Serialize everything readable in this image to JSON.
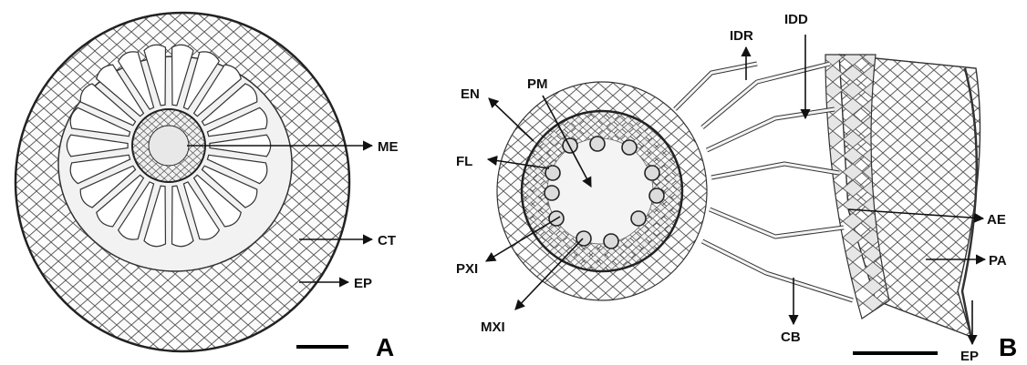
{
  "panels": [
    {
      "letter": "A",
      "labels": [
        "ME",
        "CT",
        "EP"
      ]
    },
    {
      "letter": "B",
      "labels": [
        "IDR",
        "IDD",
        "EN",
        "PM",
        "FL",
        "PXI",
        "MXI",
        "CB",
        "AE",
        "PA",
        "EP"
      ]
    }
  ],
  "colors": {
    "ink": "#111111",
    "cell_fill": "#f7f7f7",
    "cortex_shade": "#d9d9d9",
    "background": "#ffffff"
  }
}
